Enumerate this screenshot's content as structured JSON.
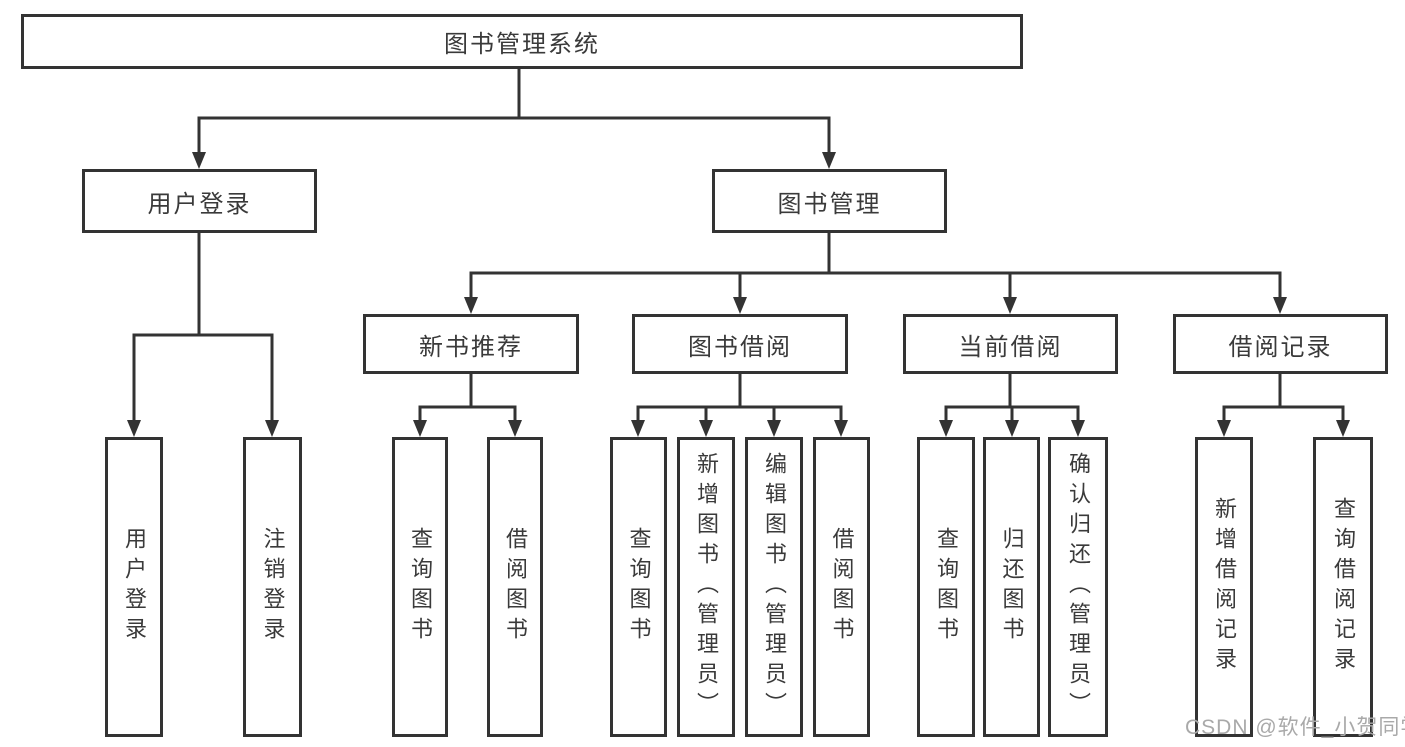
{
  "colors": {
    "line": "#333333",
    "box_border": "#333333",
    "box_fill": "#ffffff",
    "text": "#3a3a3a",
    "watermark": "#a9a9a9",
    "background": "#ffffff"
  },
  "watermark": "CSDN @软件_小贺同学",
  "nodes": {
    "root": {
      "label": "图书管理系统"
    },
    "user_login": {
      "label": "用户登录"
    },
    "book_mgmt": {
      "label": "图书管理"
    },
    "new_book": {
      "label": "新书推荐"
    },
    "book_borrow": {
      "label": "图书借阅"
    },
    "current_borrow": {
      "label": "当前借阅"
    },
    "borrow_record": {
      "label": "借阅记录"
    },
    "user_login_leaf": {
      "label": "用户登录"
    },
    "logout_leaf": {
      "label": "注销登录"
    },
    "nb_query": {
      "label": "查询图书"
    },
    "nb_borrow": {
      "label": "借阅图书"
    },
    "bb_query": {
      "label": "查询图书"
    },
    "bb_add": {
      "label": "新增图书（管理员）"
    },
    "bb_edit": {
      "label": "编辑图书（管理员）"
    },
    "bb_borrow": {
      "label": "借阅图书"
    },
    "cb_query": {
      "label": "查询图书"
    },
    "cb_return": {
      "label": "归还图书"
    },
    "cb_confirm": {
      "label": "确认归还（管理员）"
    },
    "br_add": {
      "label": "新增借阅记录"
    },
    "br_query": {
      "label": "查询借阅记录"
    }
  },
  "hierarchy": {
    "图书管理系统": {
      "用户登录": [
        "用户登录",
        "注销登录"
      ],
      "图书管理": {
        "新书推荐": [
          "查询图书",
          "借阅图书"
        ],
        "图书借阅": [
          "查询图书",
          "新增图书（管理员）",
          "编辑图书（管理员）",
          "借阅图书"
        ],
        "当前借阅": [
          "查询图书",
          "归还图书",
          "确认归还（管理员）"
        ],
        "借阅记录": [
          "新增借阅记录",
          "查询借阅记录"
        ]
      }
    }
  }
}
